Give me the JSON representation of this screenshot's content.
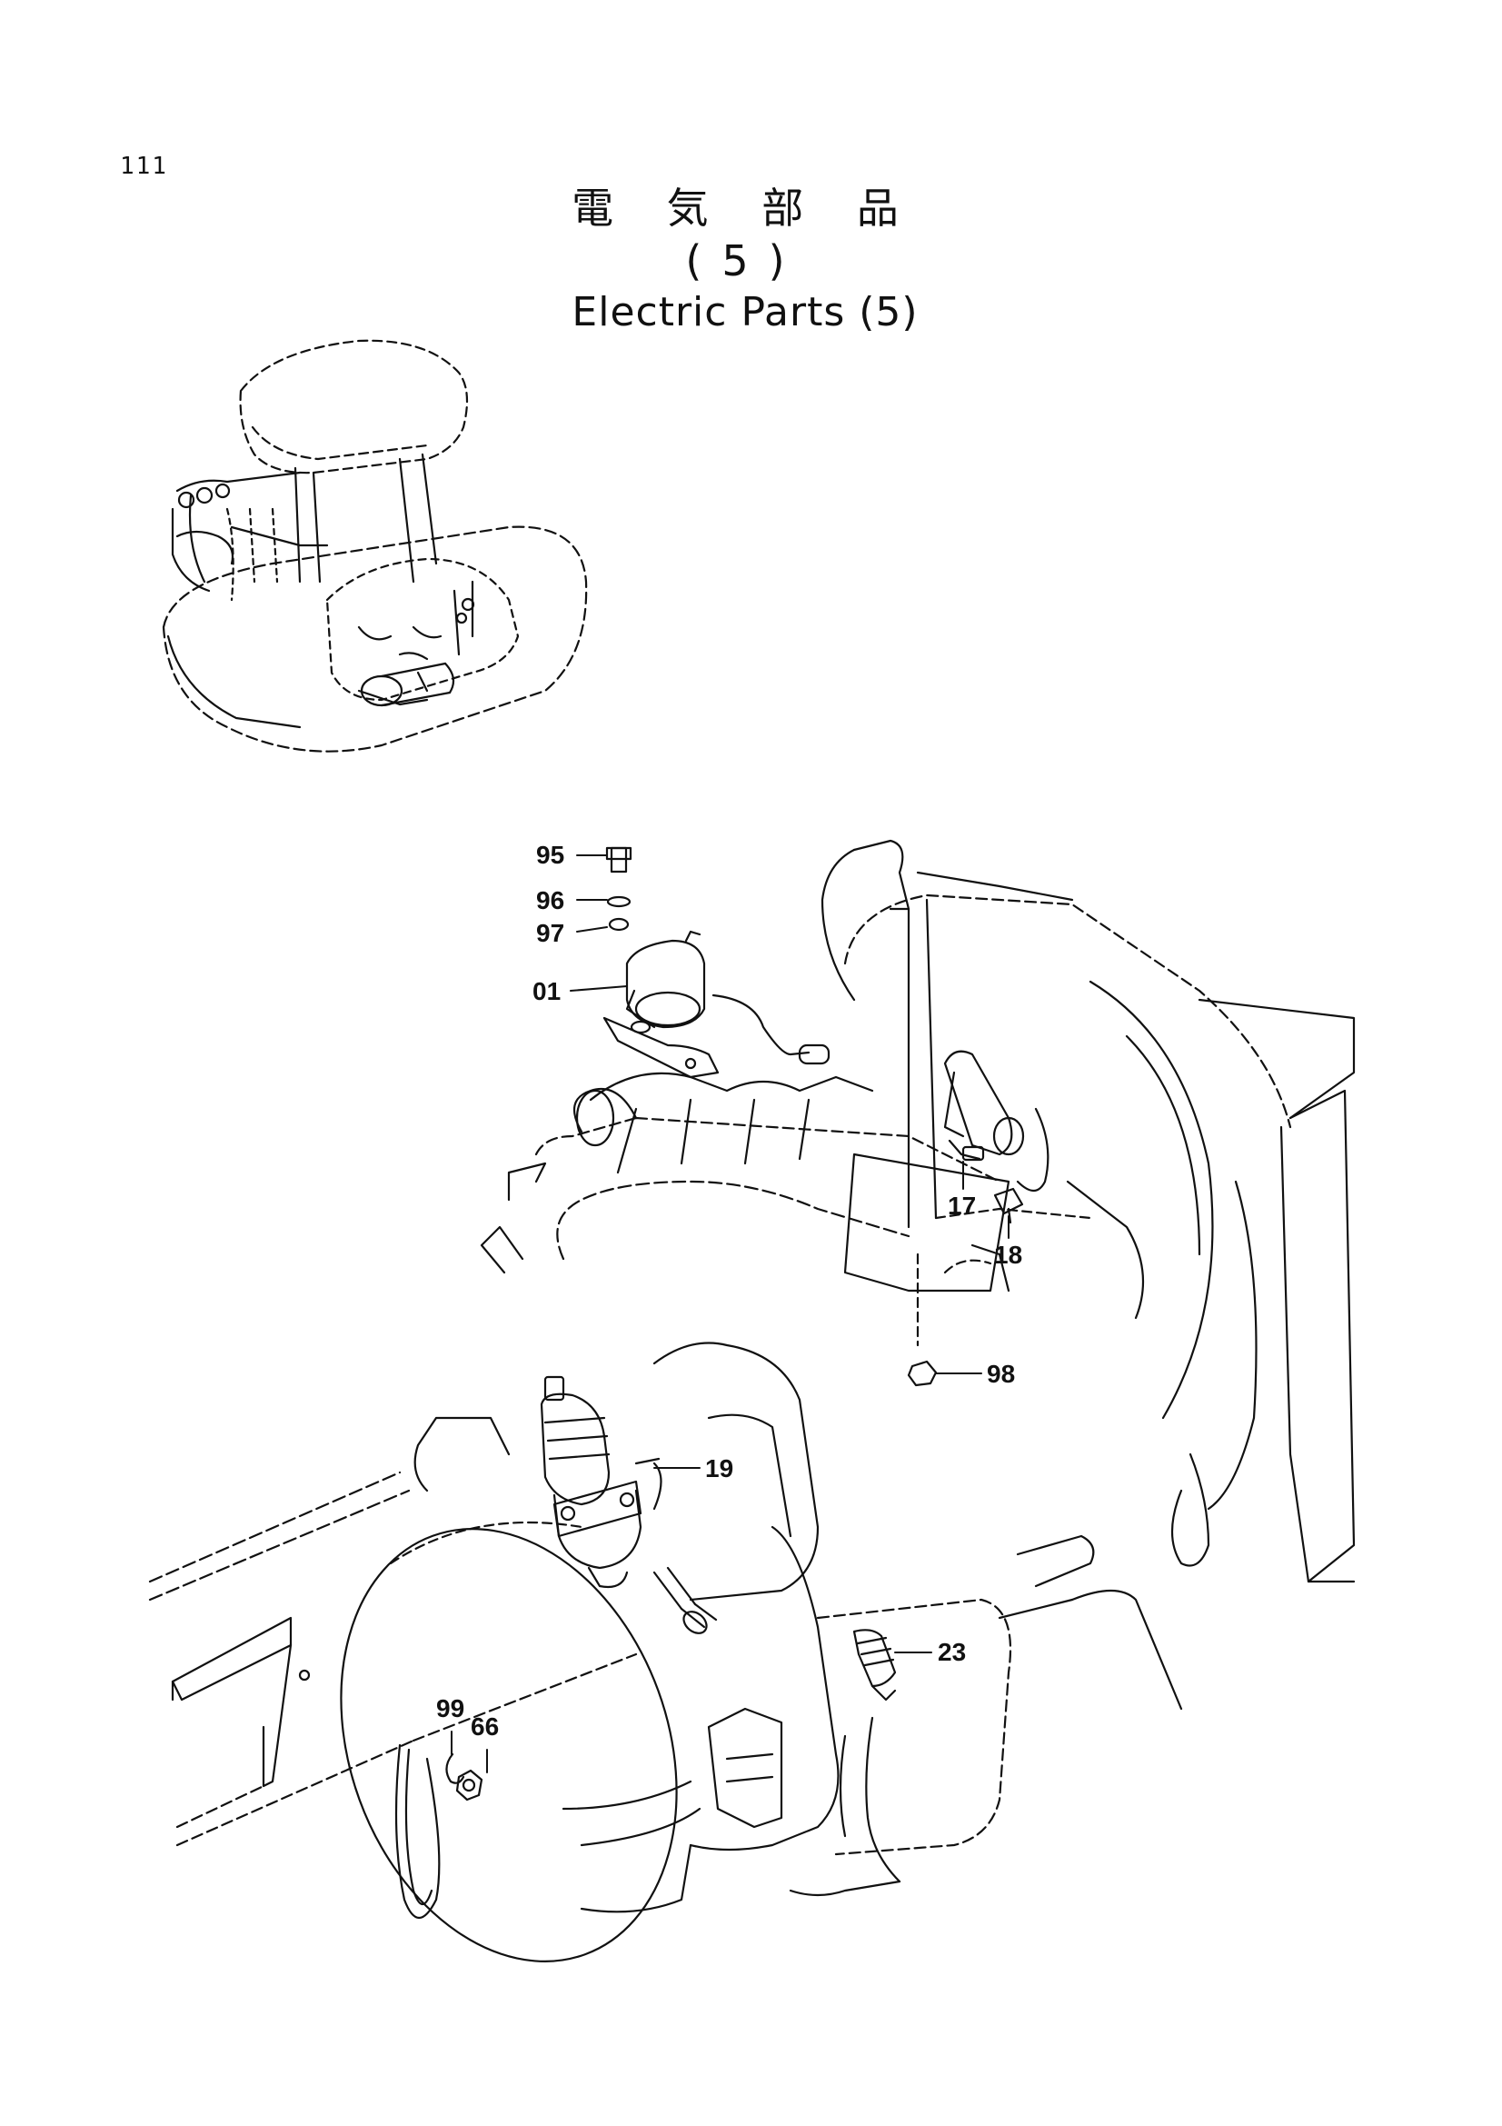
{
  "page": {
    "number": "111"
  },
  "title": {
    "japanese": "電 気 部 品 (5)",
    "english": "Electric Parts (5)"
  },
  "callouts": {
    "c95": "95",
    "c96": "96",
    "c97": "97",
    "c01": "01",
    "c17": "17",
    "c18": "18",
    "c98": "98",
    "c19": "19",
    "c23": "23",
    "c99": "99",
    "c66": "66"
  },
  "style": {
    "line_color": "#111111",
    "background": "#ffffff"
  }
}
